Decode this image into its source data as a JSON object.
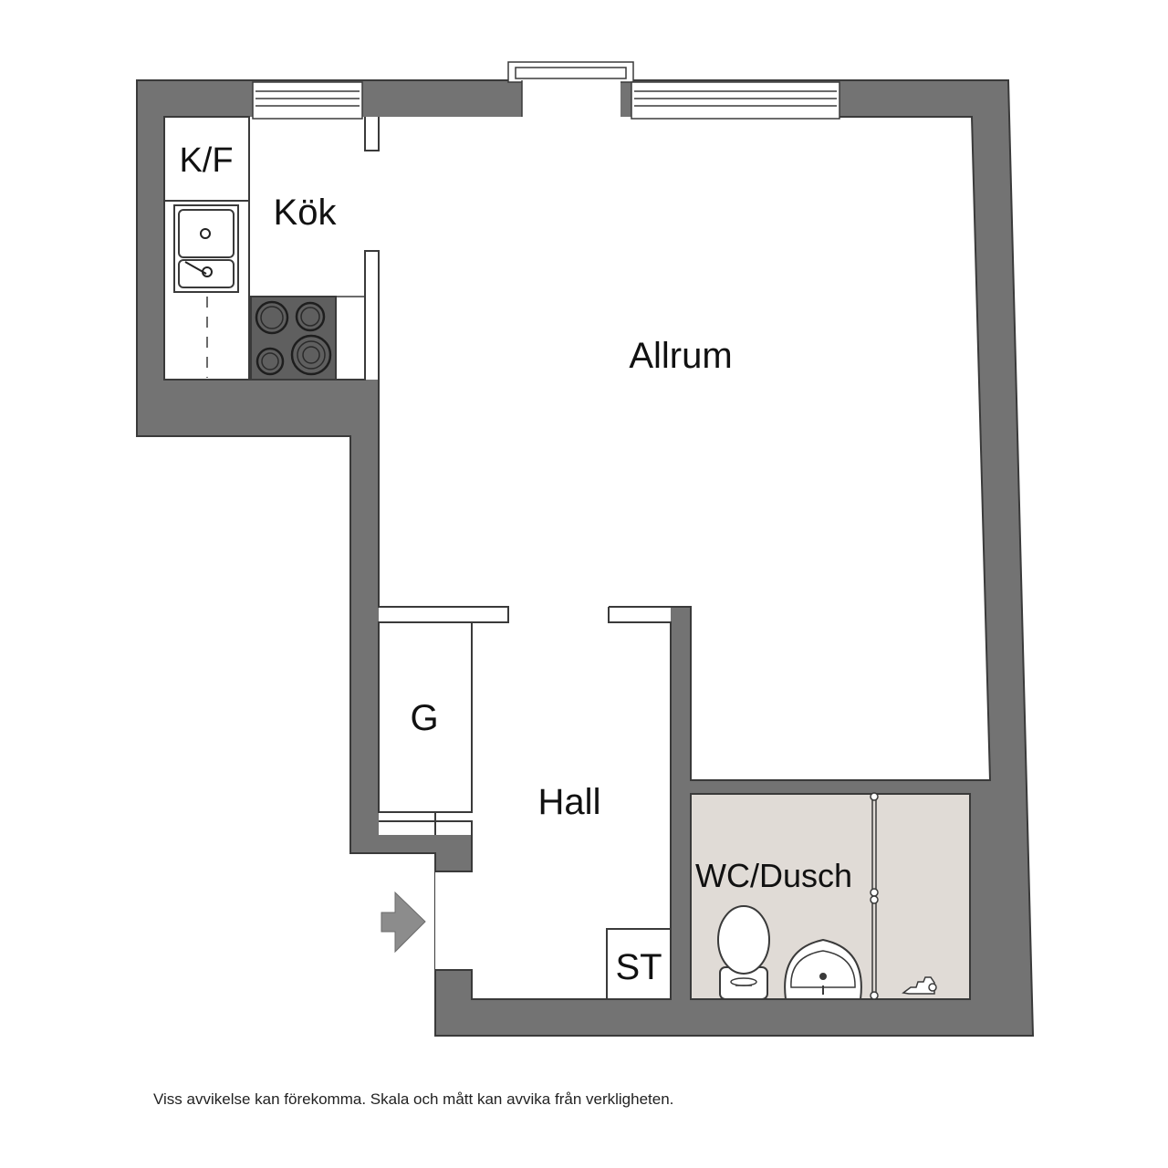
{
  "rooms": {
    "kf": "K/F",
    "kok": "Kök",
    "allrum": "Allrum",
    "g": "G",
    "hall": "Hall",
    "st": "ST",
    "wc": "WC/Dusch"
  },
  "disclaimer": "Viss avvikelse kan förekomma. Skala och mått kan avvika från verkligheten.",
  "colors": {
    "wall": "#737373",
    "wall_stroke": "#3a3a3a",
    "floor": "#ffffff",
    "wet_room": "#e0dbd6",
    "stove": "#5f5f5f",
    "entrance_arrow": "#8c8c8c"
  },
  "icons": {
    "entrance": "entrance-arrow-icon",
    "sink": "kitchen-sink-icon",
    "stove": "stove-icon",
    "toilet": "toilet-icon",
    "washbasin": "washbasin-icon",
    "shower": "shower-icon"
  }
}
